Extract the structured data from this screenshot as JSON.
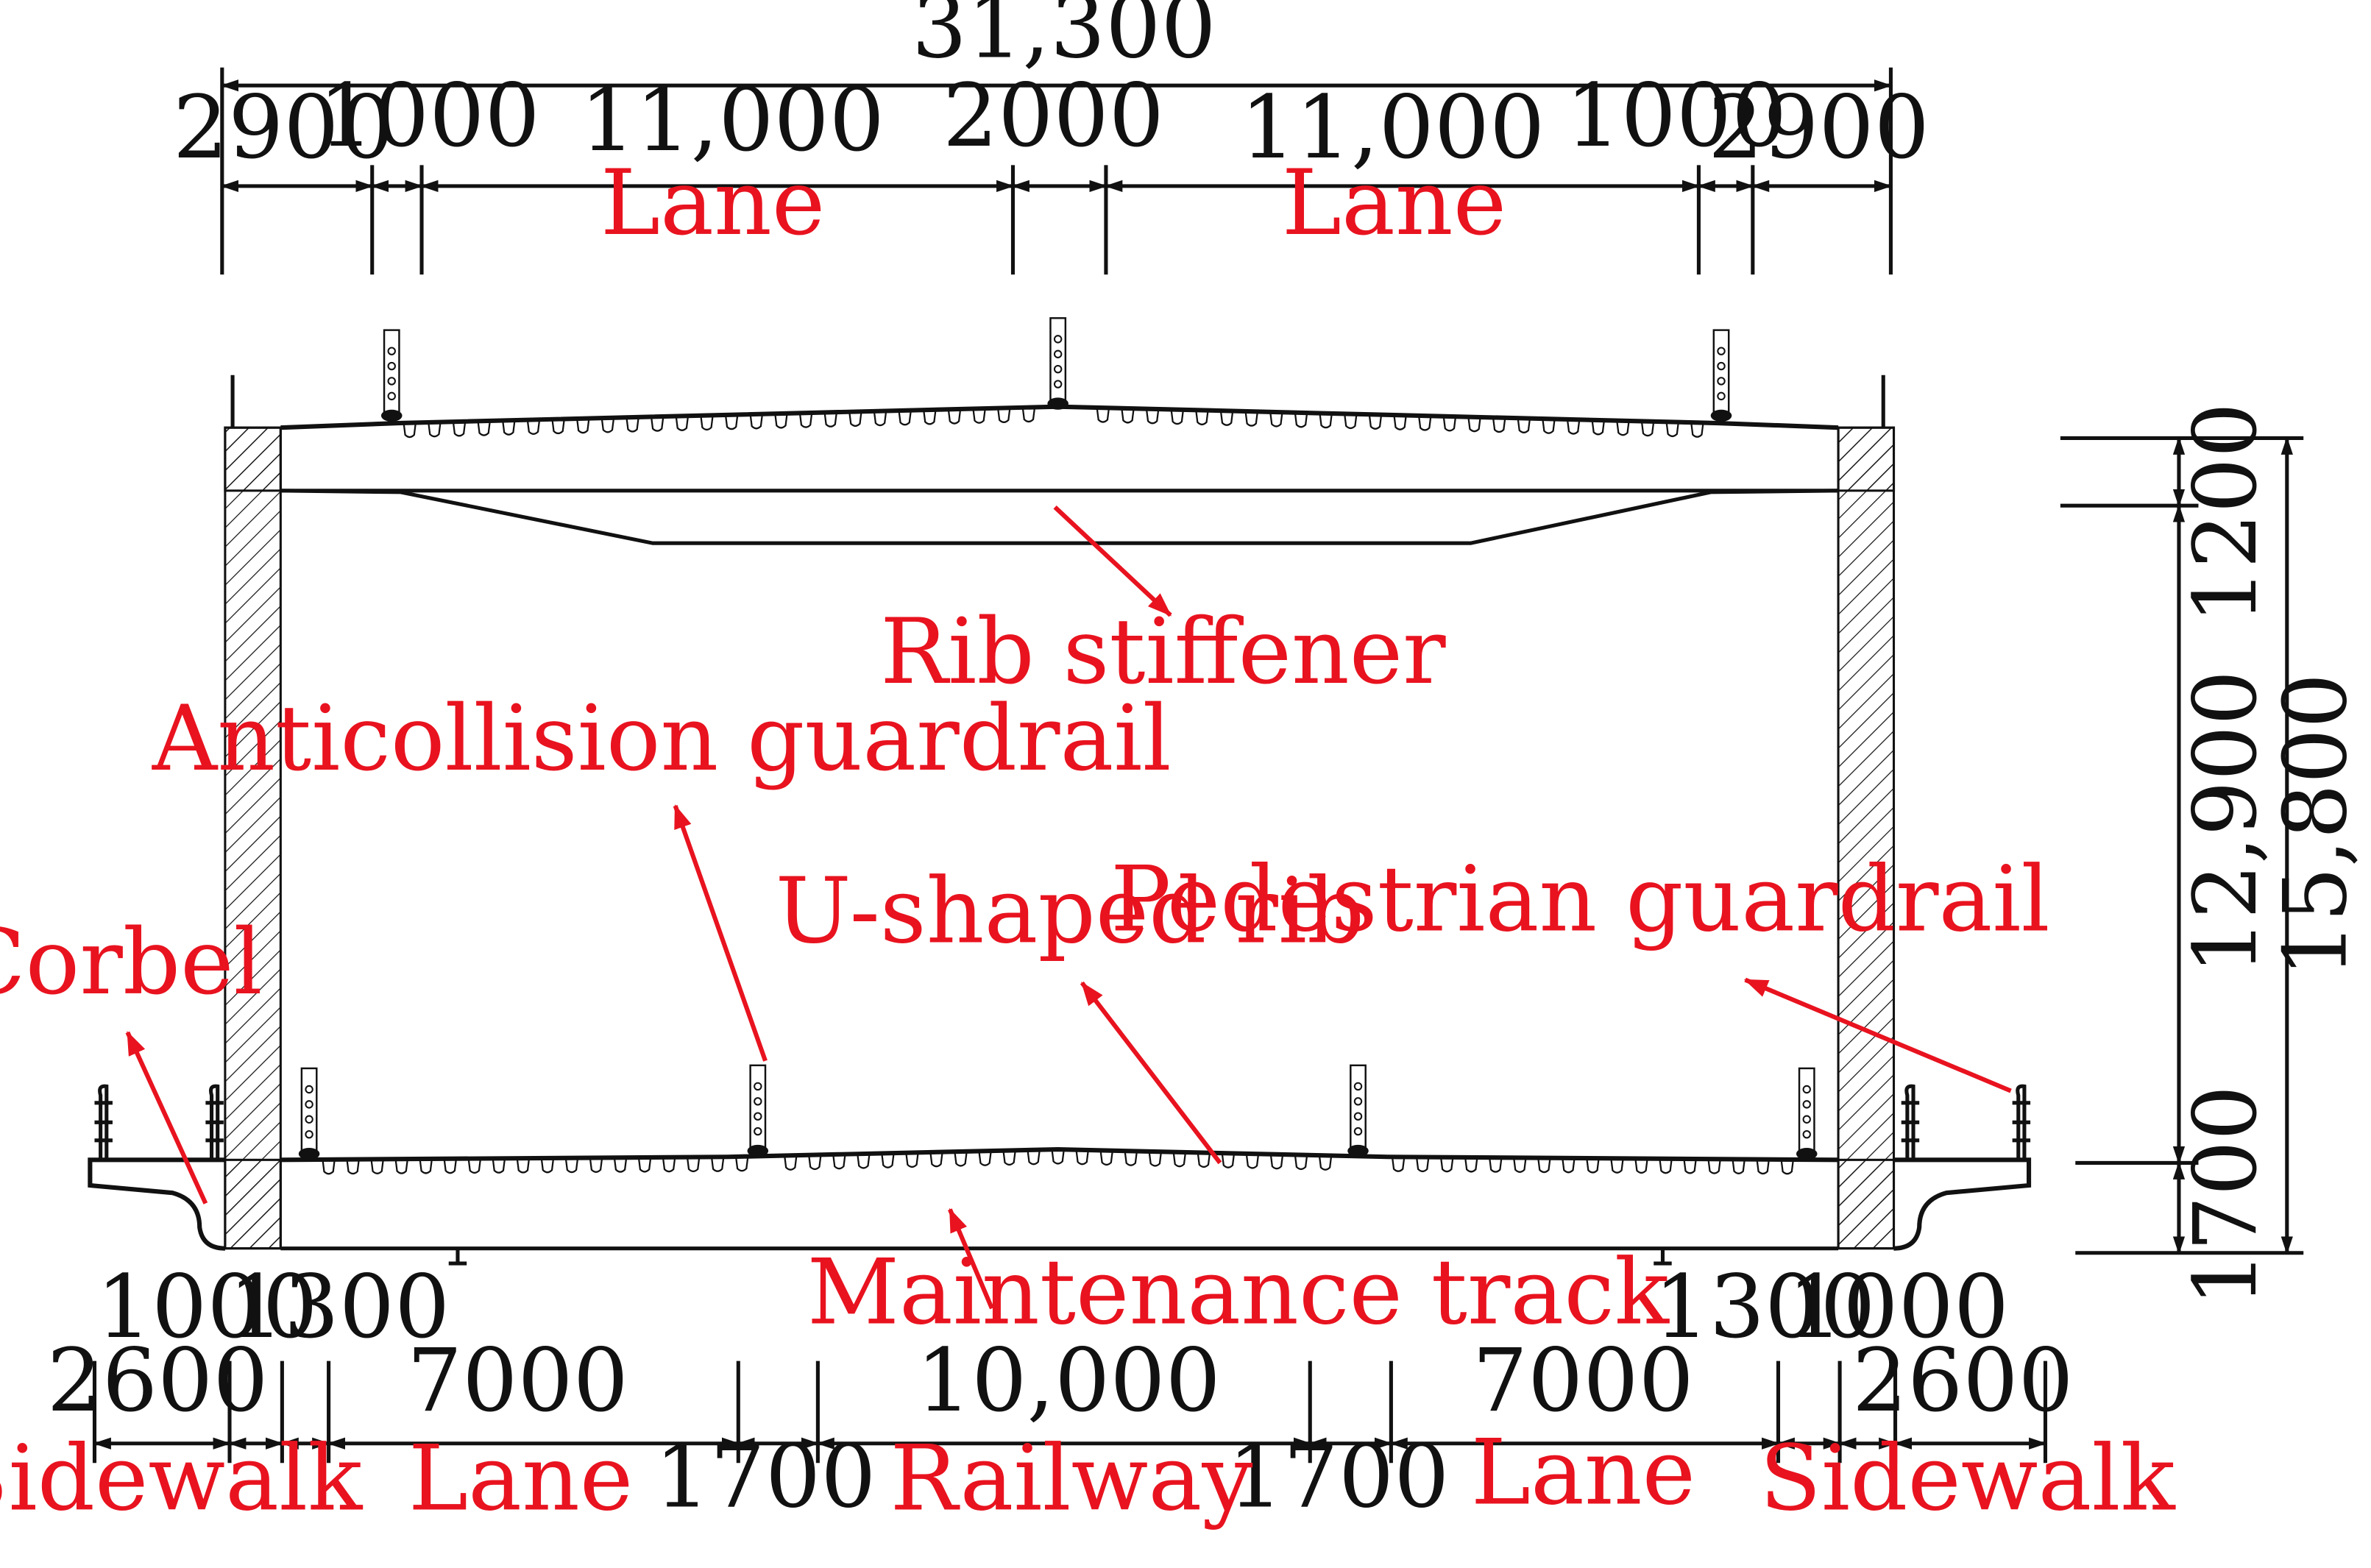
{
  "colors": {
    "line": "#111111",
    "label": "#e8131f",
    "background": "#ffffff"
  },
  "dimensions": {
    "top_overall": "31,300",
    "top": [
      "2900",
      "1000",
      "11,000",
      "2000",
      "11,000",
      "1000",
      "2900"
    ],
    "bottom": [
      "2600",
      "1000",
      "1300",
      "7000",
      "1700",
      "10,000",
      "1700",
      "7000",
      "1300",
      "1000",
      "2600"
    ],
    "right_upper": "1200",
    "right_middle": "12,900",
    "right_lower": "1700",
    "right_overall": "15,800"
  },
  "labels": {
    "top_lane_left": "Lane",
    "top_lane_right": "Lane",
    "rib_stiffener": "Rib stiffener",
    "anticollision_guardrail": "Anticollision guardrail",
    "u_shaped_rib": "U-shaped rib",
    "pedestrian_guardrail": "Pedestrian guardrail",
    "corbel": "Corbel",
    "maintenance_track": "Maintenance track",
    "sidewalk_left": "Sidewalk",
    "lane_left": "Lane",
    "railway": "Railway",
    "lane_right": "Lane",
    "sidewalk_right": "Sidewalk"
  }
}
